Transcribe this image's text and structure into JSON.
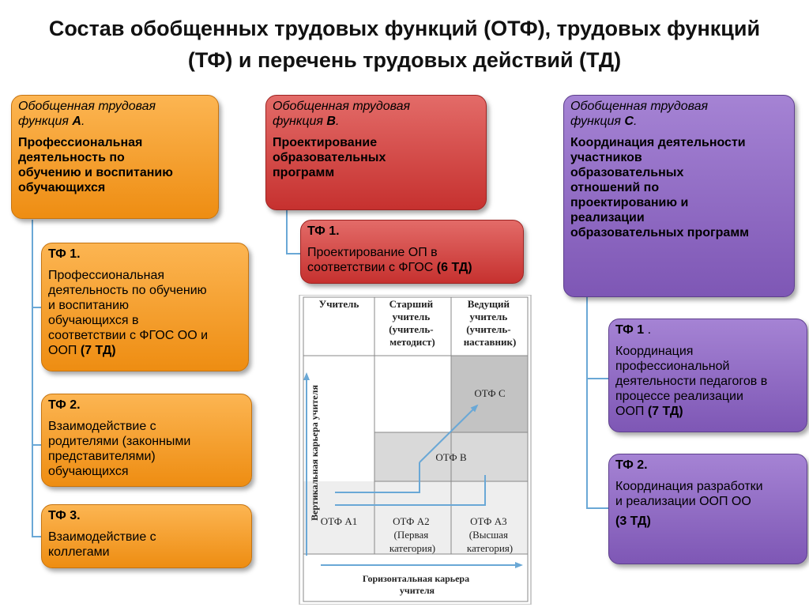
{
  "title": {
    "line1": "Состав обобщенных трудовых функций (ОТФ), трудовых функций",
    "line2": "(ТФ) и перечень трудовых действий (ТД)"
  },
  "otf": [
    {
      "head1": "Обобщенная трудовая",
      "head2": "функция",
      "letter": "А",
      "lines": [
        "Профессиональная",
        "деятельность по",
        "обучению и воспитанию",
        "обучающихся"
      ]
    },
    {
      "head1": "Обобщенная трудовая",
      "head2": "функция",
      "letter": "В",
      "lines": [
        "Проектирование",
        "образовательных",
        "программ"
      ]
    },
    {
      "head1": "Обобщенная трудовая",
      "head2": "функция",
      "letter": "С",
      "lines": [
        "Координация деятельности",
        "участников",
        "образовательных",
        "отношений по",
        "проектированию и",
        "реализации",
        "образовательных программ"
      ]
    }
  ],
  "tf_a": [
    {
      "label": "ТФ 1.",
      "lines": [
        "Профессиональная",
        "деятельность по обучению",
        "и воспитанию",
        "обучающихся в",
        "соответствии с ФГОС  ОО и"
      ],
      "last_plain": "ООП",
      "last_bold": "(7 ТД)"
    },
    {
      "label": "ТФ 2.",
      "lines": [
        "Взаимодействие с",
        "родителями (законными",
        "представителями)",
        "обучающихся"
      ]
    },
    {
      "label": "ТФ 3.",
      "lines": [
        "Взаимодействие с",
        "коллегами"
      ]
    }
  ],
  "tf_b": [
    {
      "label": "ТФ 1.",
      "lines": [
        "Проектирование ОП в"
      ],
      "last_plain": "соответствии с  ФГОС",
      "last_bold": "(6 ТД)"
    }
  ],
  "tf_c": [
    {
      "label": "ТФ 1",
      "label_suffix": " .",
      "lines": [
        " Координация",
        "профессиональной",
        "деятельности педагогов в",
        "процессе реализации"
      ],
      "last_plain": "ООП",
      "last_bold": "(7 ТД)"
    },
    {
      "label": "ТФ 2.",
      "lines": [
        "Координация разработки",
        "и реализации ООП ОО"
      ],
      "extra": "(3 ТД)"
    }
  ],
  "grid": {
    "headers": [
      [
        "Учитель"
      ],
      [
        "Старший",
        "учитель",
        "(учитель-",
        "методист)"
      ],
      [
        "Ведущий",
        "учитель",
        "(учитель-",
        "наставник)"
      ]
    ],
    "otf_c": "ОТФ С",
    "otf_b": "ОТФ В",
    "a1": [
      "ОТФ А1"
    ],
    "a2": [
      "ОТФ А2",
      "(Первая",
      "категория)"
    ],
    "a3": [
      "ОТФ А3",
      "(Высшая",
      "категория)"
    ],
    "vertical_label": "Вертикальная карьера учителя",
    "horizontal_label": [
      "Горизонтальная карьера",
      "учителя"
    ]
  },
  "colors": {
    "orange": "#f5a12f",
    "red": "#d14543",
    "purple": "#8d67c3",
    "connector": "#6aa8d6",
    "grid_gray": "#d9d9d9",
    "grid_dark": "#c3c3c3"
  }
}
